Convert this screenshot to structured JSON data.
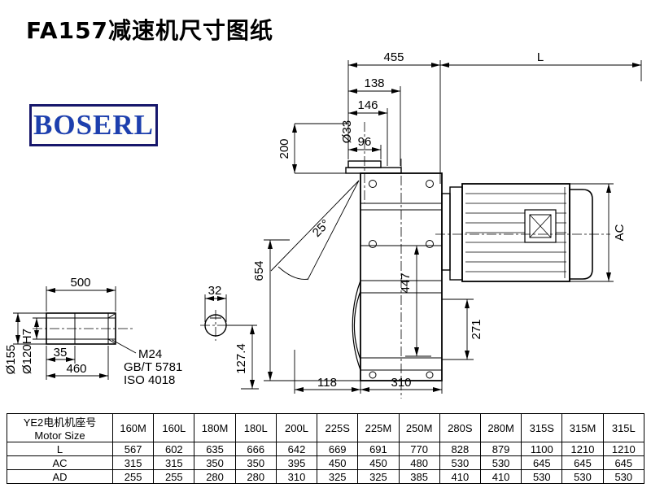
{
  "page": {
    "title": "FA157减速机尺寸图纸"
  },
  "logo": {
    "text": "BOSERL"
  },
  "dims": {
    "d455": "455",
    "L": "L",
    "d138": "138",
    "d146": "146",
    "d96": "96",
    "d33": "Ø33",
    "d200": "200",
    "angle25": "25°",
    "d654": "654",
    "d447": "447",
    "AC": "AC",
    "d271": "271",
    "d118": "118",
    "d310": "310",
    "d500": "500",
    "d35": "35",
    "d460": "460",
    "d155": "Ø155",
    "d120": "Ø120H7",
    "m24": "M24",
    "gb": "GB/T 5781",
    "iso": "ISO 4018",
    "d32": "32",
    "d127": "127.4"
  },
  "table": {
    "header_cn": "YE2电机机座号",
    "header_en": "Motor Size",
    "columns": [
      "160M",
      "160L",
      "180M",
      "180L",
      "200L",
      "225S",
      "225M",
      "250M",
      "280S",
      "280M",
      "315S",
      "315M",
      "315L"
    ],
    "rows": [
      {
        "label": "L",
        "values": [
          "567",
          "602",
          "635",
          "666",
          "642",
          "669",
          "691",
          "770",
          "828",
          "879",
          "1100",
          "1210",
          "1210"
        ]
      },
      {
        "label": "AC",
        "values": [
          "315",
          "315",
          "350",
          "350",
          "395",
          "450",
          "450",
          "480",
          "530",
          "530",
          "645",
          "645",
          "645"
        ]
      },
      {
        "label": "AD",
        "values": [
          "255",
          "255",
          "280",
          "280",
          "310",
          "325",
          "325",
          "385",
          "410",
          "410",
          "530",
          "530",
          "530"
        ]
      }
    ]
  }
}
